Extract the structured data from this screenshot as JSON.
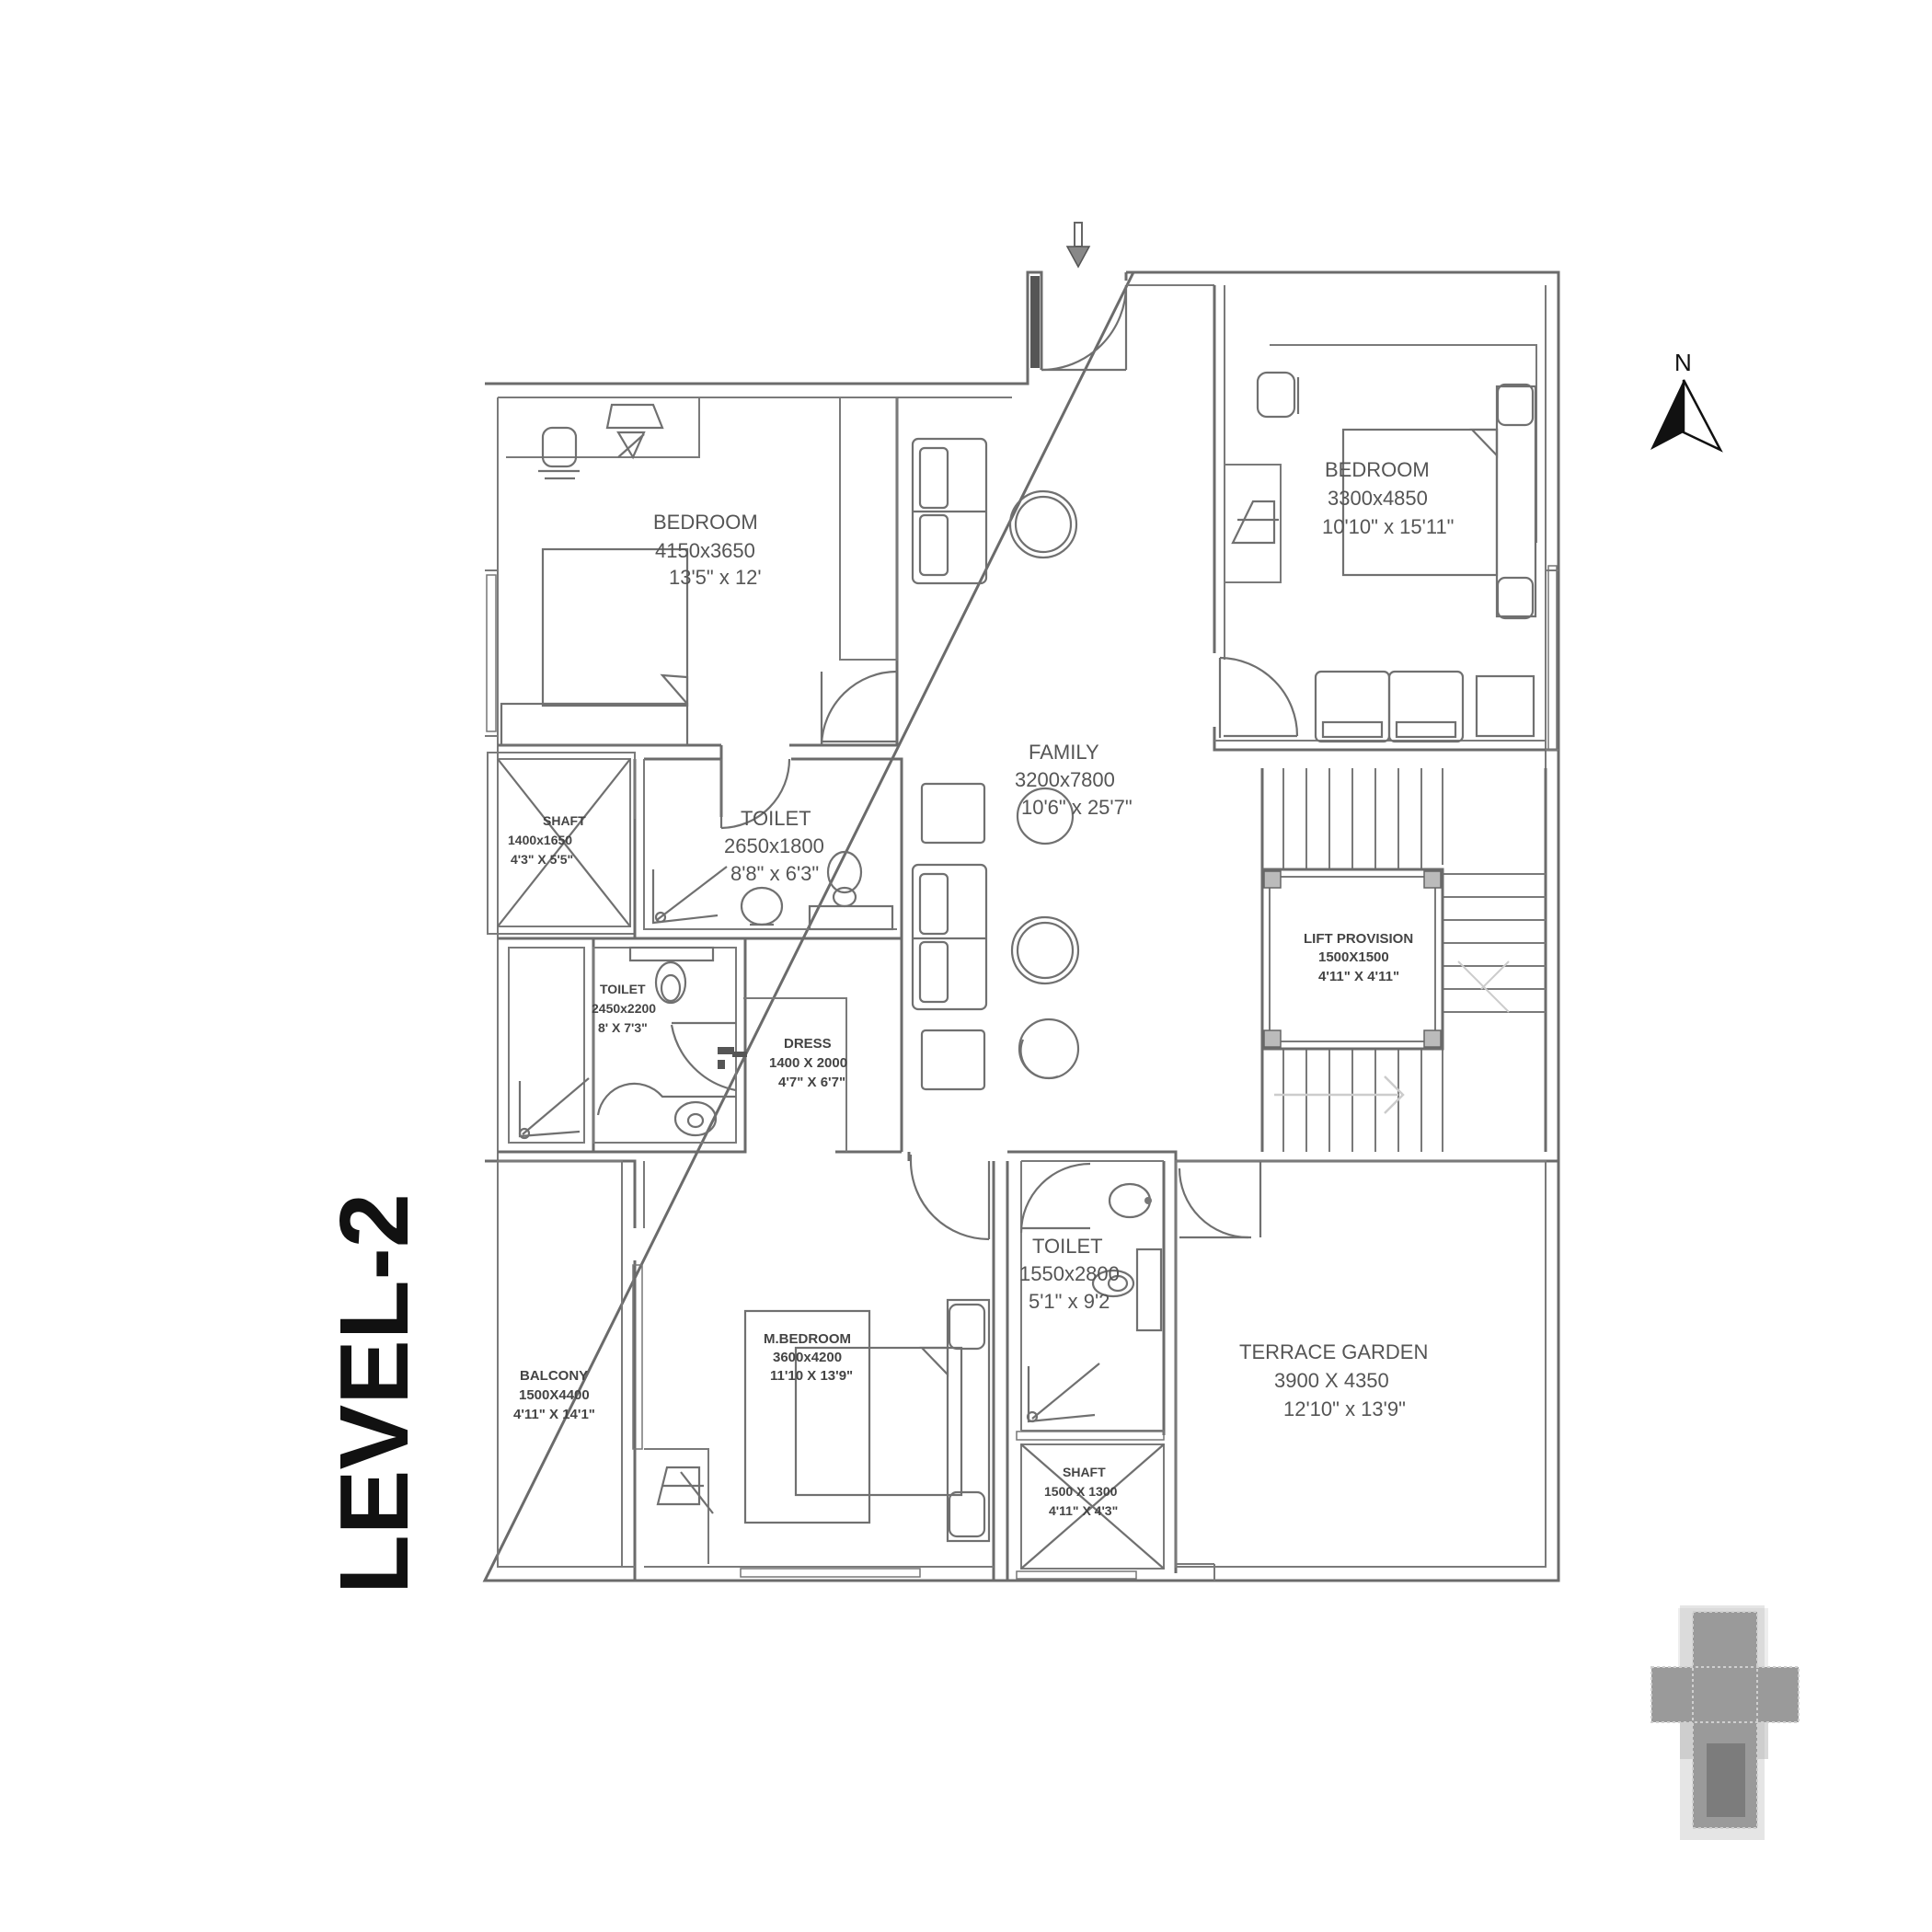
{
  "level_title": "LEVEL-2",
  "compass": {
    "label": "N"
  },
  "rooms": {
    "bedroom_west": {
      "name": "BEDROOM",
      "mm": "4150x3650",
      "ft": "13'5\" x 12'"
    },
    "bedroom_east": {
      "name": "BEDROOM",
      "mm": "3300x4850",
      "ft": "10'10\" x 15'11\""
    },
    "family": {
      "name": "FAMILY",
      "mm": "3200x7800",
      "ft": "10'6\" x 25'7\""
    },
    "shaft_west": {
      "name": "SHAFT",
      "mm": "1400x1650",
      "ft": "4'3\" X 5'5\""
    },
    "toilet_north": {
      "name": "TOILET",
      "mm": "2650x1800",
      "ft": "8'8\" x 6'3\""
    },
    "lift": {
      "name": "LIFT PROVISION",
      "mm": "1500X1500",
      "ft": "4'11\" X 4'11\""
    },
    "toilet_mid": {
      "name": "TOILET",
      "mm": "2450x2200",
      "ft": "8' X 7'3\""
    },
    "dress": {
      "name": "DRESS",
      "mm": "1400 X 2000",
      "ft": "4'7\" X 6'7\""
    },
    "toilet_south": {
      "name": "TOILET",
      "mm": "1550x2800",
      "ft": "5'1\" x 9'2"
    },
    "terrace": {
      "name": "TERRACE GARDEN",
      "mm": "3900 X 4350",
      "ft": "12'10\" x 13'9\""
    },
    "balcony": {
      "name": "BALCONY",
      "mm": "1500X4400",
      "ft": "4'11\" X 14'1\""
    },
    "master_bedroom": {
      "name": "M.BEDROOM",
      "mm": "3600x4200",
      "ft": "11'10 X 13'9\""
    },
    "shaft_south": {
      "name": "SHAFT",
      "mm": "1500 X 1300",
      "ft": "4'11\" X 4'3\""
    }
  },
  "colors": {
    "wall": "#6b6b6b",
    "text": "#555555",
    "logo": "#9a9a9a"
  }
}
